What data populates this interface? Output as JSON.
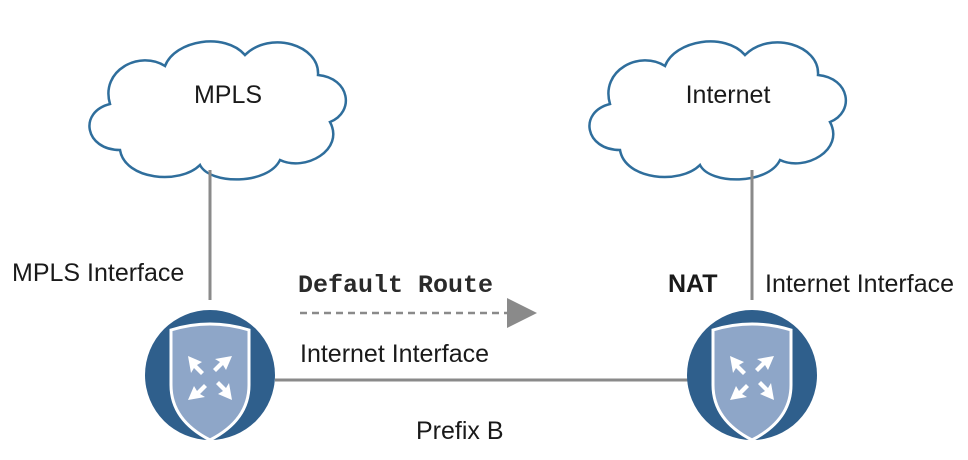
{
  "clouds": {
    "left": "MPLS",
    "right": "Internet"
  },
  "labels": {
    "mpls_interface": "MPLS Interface",
    "default_route": "Default Route",
    "internet_interface_left": "Internet Interface",
    "nat": "NAT",
    "internet_interface_right": "Internet Interface",
    "prefix": "Prefix B"
  },
  "icons": {
    "left_router": "router-shield-icon",
    "right_router": "router-shield-icon"
  },
  "colors": {
    "cloud_outline": "#2f6e9c",
    "router_disc": "#2f5f8c",
    "shield_fill": "#8ea6c8",
    "link_gray": "#8a8a8a"
  }
}
